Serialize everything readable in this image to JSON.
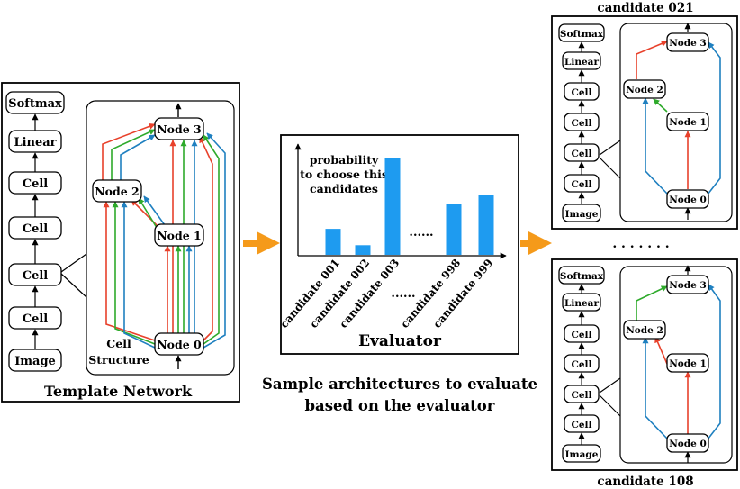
{
  "template": {
    "caption": "Template Network",
    "network_layers": [
      "Image",
      "Cell",
      "Cell",
      "Cell",
      "Cell",
      "Linear",
      "Softmax"
    ],
    "cell_structure_label": [
      "Cell",
      "Structure"
    ],
    "nodes": [
      "Node 0",
      "Node 1",
      "Node 2",
      "Node 3"
    ]
  },
  "evaluator": {
    "title": "Evaluator",
    "annotation": [
      "probability",
      "to choose this",
      "candidates"
    ],
    "bar_labels": [
      "candidate 001",
      "candidate 002",
      "candidate 003",
      "candidate 998",
      "candidate 999"
    ],
    "ellipsis": "......",
    "caption_line1": "Sample architectures to evaluate",
    "caption_line2": "based on the evaluator"
  },
  "chart_data": {
    "type": "bar",
    "categories": [
      "candidate 001",
      "candidate 002",
      "candidate 003",
      "candidate 998",
      "candidate 999"
    ],
    "values": [
      0.27,
      0.1,
      1.0,
      0.53,
      0.62
    ],
    "bar_color": "#1e9bf0",
    "title": "",
    "xlabel": "",
    "ylabel": "probability to choose this candidates"
  },
  "candidates": [
    {
      "name": "candidate 021",
      "layers": [
        "Image",
        "Cell",
        "Cell",
        "Cell",
        "Cell",
        "Linear",
        "Softmax"
      ]
    },
    {
      "name": "candidate 108",
      "layers": [
        "Image",
        "Cell",
        "Cell",
        "Cell",
        "Cell",
        "Linear",
        "Softmax"
      ]
    }
  ],
  "between_dots": ". . . . . . .",
  "colors": {
    "red": "#e8412b",
    "green": "#2eaa2b",
    "blue": "#1f80c0",
    "arrow": "#f59a1a",
    "bar": "#1e9bf0"
  }
}
